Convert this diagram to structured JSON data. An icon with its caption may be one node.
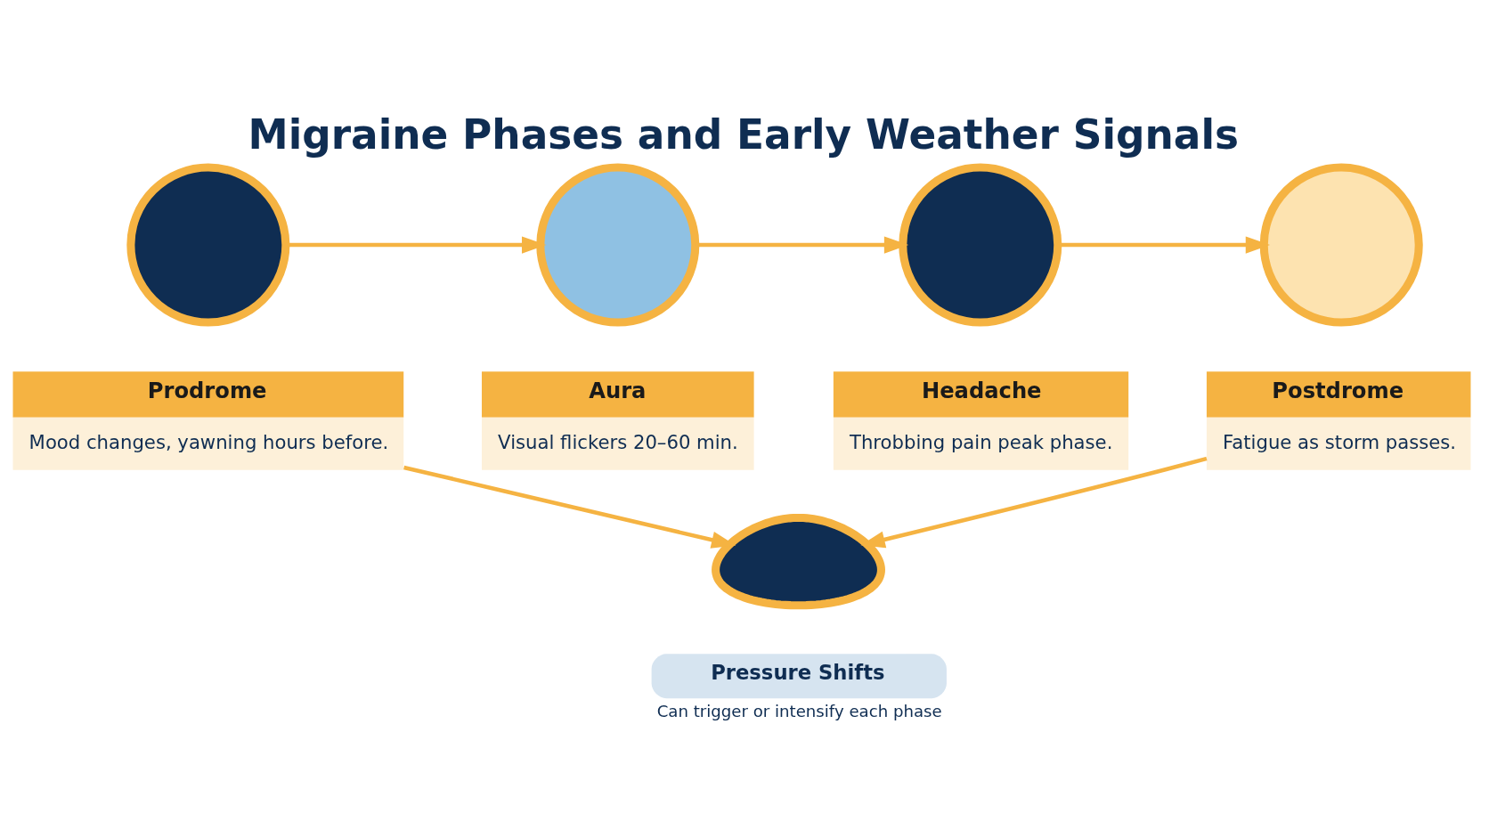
{
  "diagram": {
    "title": "Migraine Phases and Early Weather Signals",
    "nodes": [
      {
        "text": [],
        "shape": "circle"
      },
      {
        "text": [],
        "shape": "circle"
      },
      {
        "text": [],
        "shape": "circle"
      },
      {
        "text": [],
        "shape": "circle"
      },
      {
        "text": [
          "Prodrome",
          "Mood changes, yawning hours before."
        ]
      },
      {
        "text": [
          "Aura",
          "Visual flickers 20–60 min."
        ]
      },
      {
        "text": [
          "Headache",
          "Throbbing pain peak phase."
        ]
      },
      {
        "text": [
          "Postdrome",
          "Fatigue as storm passes."
        ]
      },
      {
        "text": [],
        "shape": "cloud"
      },
      {
        "text": [
          "Pressure Shifts"
        ],
        "beside": [
          "Can trigger or intensify each phase"
        ]
      }
    ],
    "edges": [
      {
        "from": 0,
        "to": 1,
        "arrow": "to"
      },
      {
        "from": 1,
        "to": 2,
        "arrow": "to"
      },
      {
        "from": 2,
        "to": 3,
        "arrow": "to"
      },
      {
        "from": 4,
        "to": 8,
        "arrow": "to"
      },
      {
        "from": 7,
        "to": 8,
        "arrow": "to"
      }
    ]
  }
}
